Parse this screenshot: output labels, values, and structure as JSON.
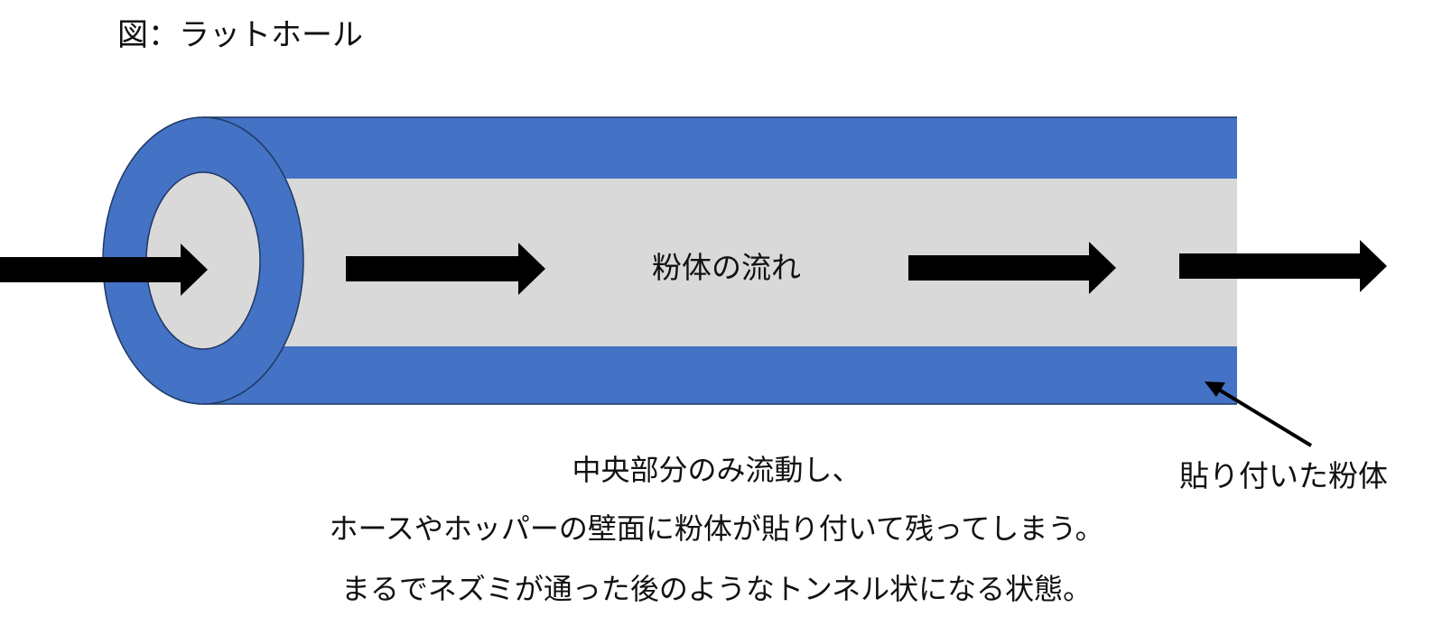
{
  "title": "図：ラットホール",
  "labels": {
    "flow": "粉体の流れ",
    "stuck_powder": "貼り付いた粉体"
  },
  "description": [
    "中央部分のみ流動し、",
    "ホースやホッパーの壁面に粉体が貼り付いて残ってしまう。",
    "まるでネズミが通った後のようなトンネル状になる状態。"
  ],
  "colors": {
    "pipe_wall": "#4472c4",
    "powder_channel": "#d9d9d9",
    "arrow": "#000000"
  }
}
